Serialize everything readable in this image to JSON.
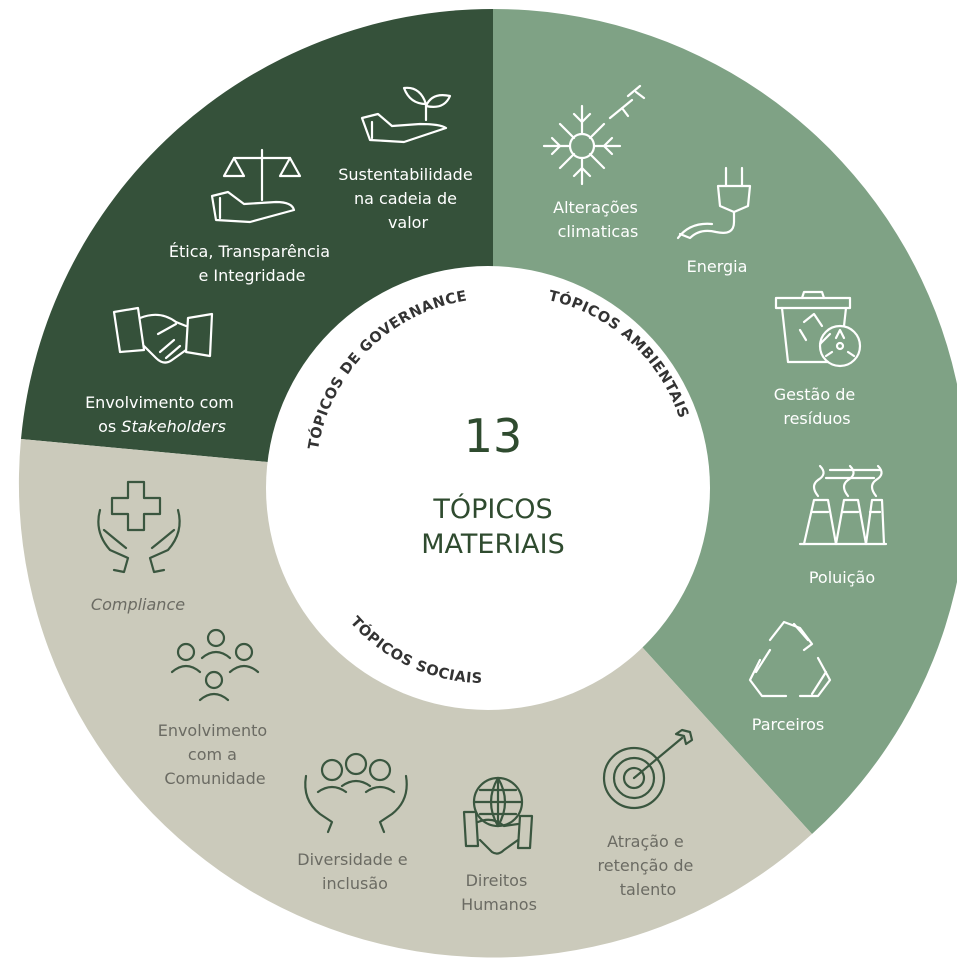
{
  "center": {
    "number": "13",
    "line1": "TÓPICOS",
    "line2": "MATERIAIS"
  },
  "groups": {
    "governance": "TÓPICOS DE GOVERNANCE",
    "ambientais": "TÓPICOS AMBIENTAIS",
    "sociais": "TÓPICOS SOCIAIS"
  },
  "colors": {
    "governance": "#35513a",
    "ambientais": "#7fa285",
    "sociais": "#cbcabb",
    "center": "#ffffff",
    "dark_text": "#2f4b2f",
    "light_text": "#ffffff",
    "social_text": "#6b6b63",
    "social_icon": "#3a563f"
  },
  "governance_topics": {
    "sustentabilidade": [
      "Sustentabilidade",
      "na cadeia de",
      "valor"
    ],
    "etica": [
      "Ética, Transparência",
      "e Integridade"
    ],
    "envolvimento_stakeholders": {
      "line1": "Envolvimento com",
      "line2_prefix": "os ",
      "line2_italic": "Stakeholders"
    }
  },
  "environmental_topics": {
    "alteracoes": [
      "Alterações",
      "climaticas"
    ],
    "energia": "Energia",
    "residuos": [
      "Gestão de",
      "resíduos"
    ],
    "poluicao": "Poluição",
    "parceiros": "Parceiros"
  },
  "social_topics": {
    "compliance": "Compliance",
    "comunidade": [
      "Envolvimento",
      "com a",
      "Comunidade"
    ],
    "diversidade": [
      "Diversidade e",
      "inclusão"
    ],
    "direitos": [
      "Direitos",
      "Humanos"
    ],
    "talento": [
      "Atração e",
      "retenção de",
      "talento"
    ]
  },
  "icons": {
    "governance": [
      "plant-in-hand-icon",
      "scales-in-hand-icon",
      "handshake-icon"
    ],
    "ambientais": [
      "snowflake-icon",
      "plug-icon",
      "recycle-bin-icon",
      "factory-smoke-icon",
      "recycle-icon"
    ],
    "sociais": [
      "cross-in-hands-icon",
      "people-group-icon",
      "people-in-hands-icon",
      "globe-handshake-icon",
      "target-icon"
    ]
  }
}
